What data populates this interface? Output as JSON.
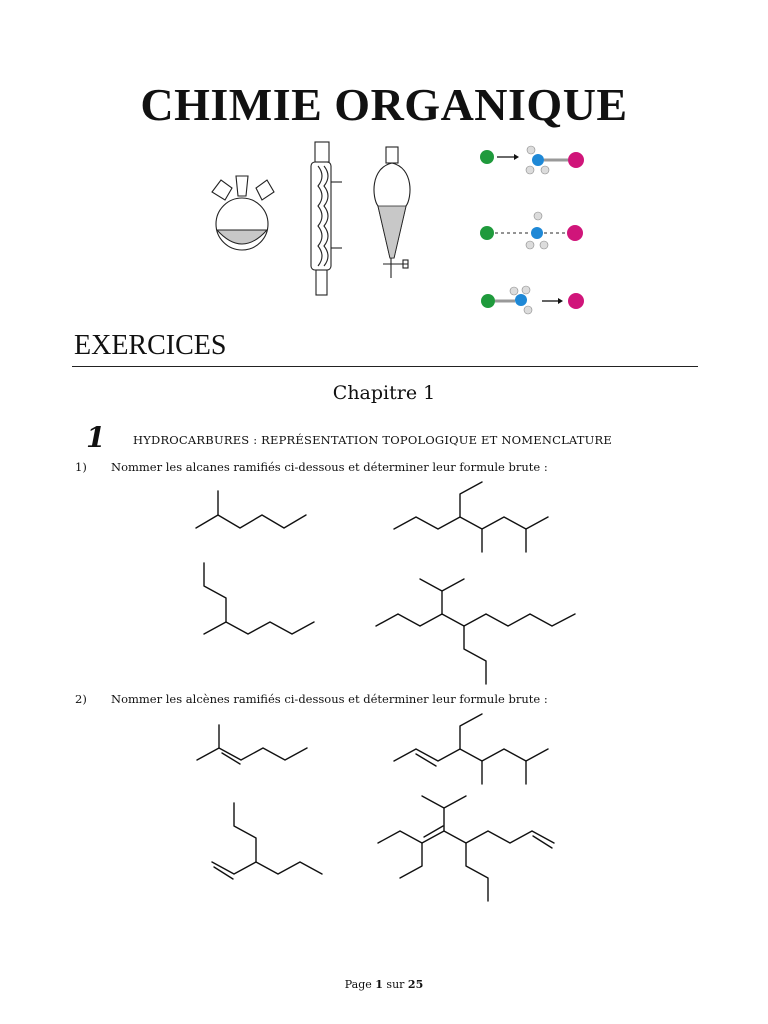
{
  "document": {
    "title": "CHIMIE ORGANIQUE",
    "section_heading": "EXERCICES",
    "chapter": "Chapitre 1"
  },
  "exercise": {
    "number": "1",
    "title": "HYDROCARBURES : REPRÉSENTATION TOPOLOGIQUE ET NOMENCLATURE",
    "questions": [
      {
        "num": "1)",
        "text": "Nommer les alcanes ramifiés ci-dessous et déterminer leur formule brute :"
      },
      {
        "num": "2)",
        "text": "Nommer les alcènes ramifiés ci-dessous et déterminer leur formule brute :"
      }
    ]
  },
  "footer": {
    "prefix": "Page ",
    "current": "1",
    "middle": " sur ",
    "total": "25"
  },
  "colors": {
    "atom_green": "#1f9a3c",
    "atom_blue": "#1e88d6",
    "atom_magenta": "#d0157a",
    "liquid_gray": "#c8c8c8"
  },
  "icons": [
    "three-neck-flask-icon",
    "condenser-icon",
    "separatory-funnel-icon",
    "sn2-reaction-mechanism-icon"
  ]
}
